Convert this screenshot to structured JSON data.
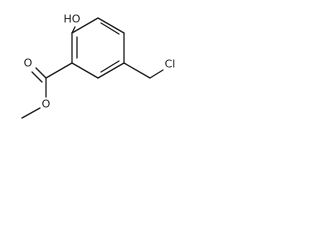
{
  "molecule": {
    "labels": {
      "hydroxyl": "HO",
      "carbonyl_oxygen": "O",
      "ester_oxygen": "O",
      "chlorine": "Cl"
    }
  }
}
